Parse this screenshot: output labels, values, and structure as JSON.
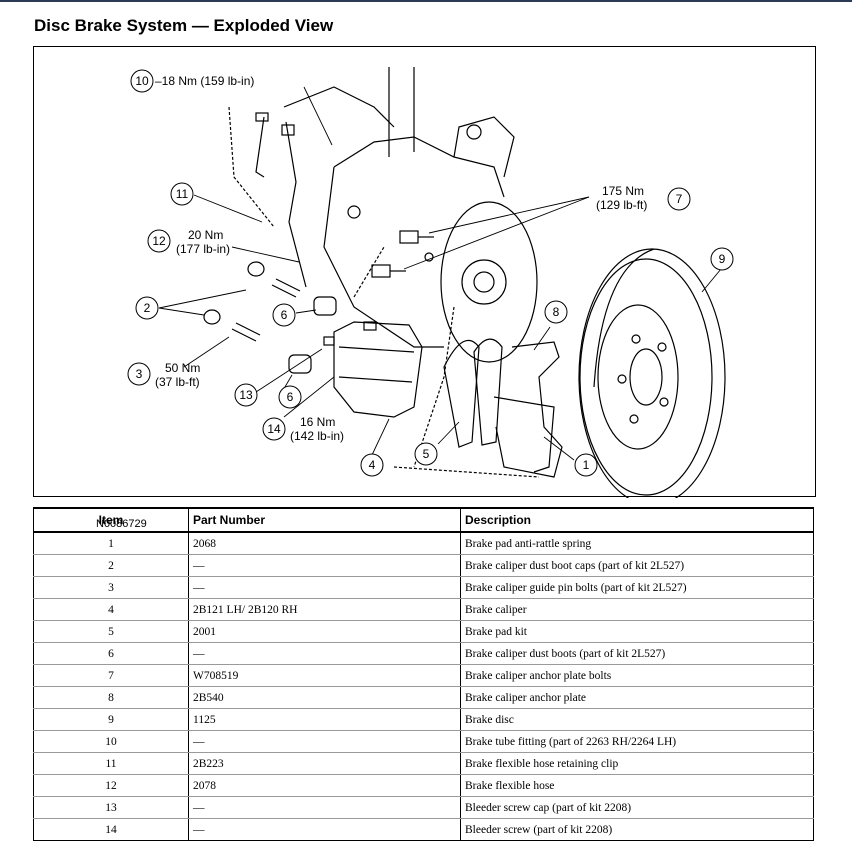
{
  "title": "Disc Brake System — Exploded View",
  "figure": {
    "id": "N0086729",
    "callouts": [
      {
        "num": "1"
      },
      {
        "num": "2"
      },
      {
        "num": "3"
      },
      {
        "num": "4"
      },
      {
        "num": "5"
      },
      {
        "num": "6"
      },
      {
        "num": "6"
      },
      {
        "num": "7"
      },
      {
        "num": "8"
      },
      {
        "num": "9"
      },
      {
        "num": "10"
      },
      {
        "num": "11"
      },
      {
        "num": "12"
      },
      {
        "num": "13"
      },
      {
        "num": "14"
      }
    ],
    "torques": {
      "t10": "18 Nm (159 lb-in)",
      "t7_nm": "175 Nm",
      "t7_lbft": "(129 lb-ft)",
      "t12_nm": "20 Nm",
      "t12_lbin": "(177 lb-in)",
      "t3_nm": "50 Nm",
      "t3_lbft": "(37 lb-ft)",
      "t14_nm": "16 Nm",
      "t14_lbin": "(142 lb-in)"
    }
  },
  "table": {
    "headers": {
      "item": "Item",
      "part": "Part Number",
      "desc": "Description"
    },
    "rows": [
      {
        "item": "1",
        "part": "2068",
        "desc": "Brake pad anti-rattle spring"
      },
      {
        "item": "2",
        "part": "—",
        "desc": "Brake caliper dust boot caps (part of kit 2L527)"
      },
      {
        "item": "3",
        "part": "—",
        "desc": "Brake caliper guide pin bolts (part of kit 2L527)"
      },
      {
        "item": "4",
        "part": "2B121 LH/ 2B120 RH",
        "desc": "Brake caliper"
      },
      {
        "item": "5",
        "part": "2001",
        "desc": "Brake pad kit"
      },
      {
        "item": "6",
        "part": "—",
        "desc": "Brake caliper dust boots (part of kit 2L527)"
      },
      {
        "item": "7",
        "part": "W708519",
        "desc": "Brake caliper anchor plate bolts"
      },
      {
        "item": "8",
        "part": "2B540",
        "desc": "Brake caliper anchor plate"
      },
      {
        "item": "9",
        "part": "1125",
        "desc": "Brake disc"
      },
      {
        "item": "10",
        "part": "—",
        "desc": "Brake tube fitting (part of 2263 RH/2264 LH)"
      },
      {
        "item": "11",
        "part": "2B223",
        "desc": "Brake flexible hose retaining clip"
      },
      {
        "item": "12",
        "part": "2078",
        "desc": "Brake flexible hose"
      },
      {
        "item": "13",
        "part": "—",
        "desc": "Bleeder screw cap (part of kit 2208)"
      },
      {
        "item": "14",
        "part": "—",
        "desc": "Bleeder screw (part of kit 2208)"
      }
    ]
  }
}
